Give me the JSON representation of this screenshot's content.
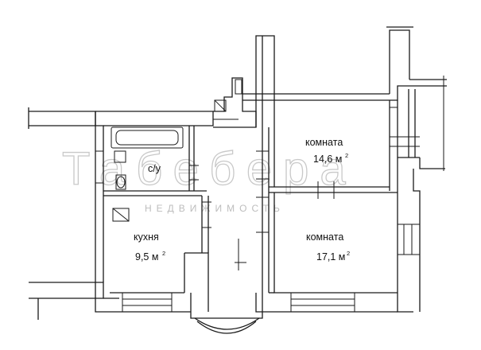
{
  "rooms": [
    {
      "name": "комната",
      "area": "14,6 м",
      "area_sup": "2"
    },
    {
      "name": "комната",
      "area": "17,1 м",
      "area_sup": "2"
    },
    {
      "name": "кухня",
      "area": "9,5 м",
      "area_sup": "2"
    },
    {
      "name": "с/у"
    }
  ],
  "watermark": {
    "brand": "Табебера",
    "subtitle": "НЕДВИЖИМОСТЬ"
  }
}
